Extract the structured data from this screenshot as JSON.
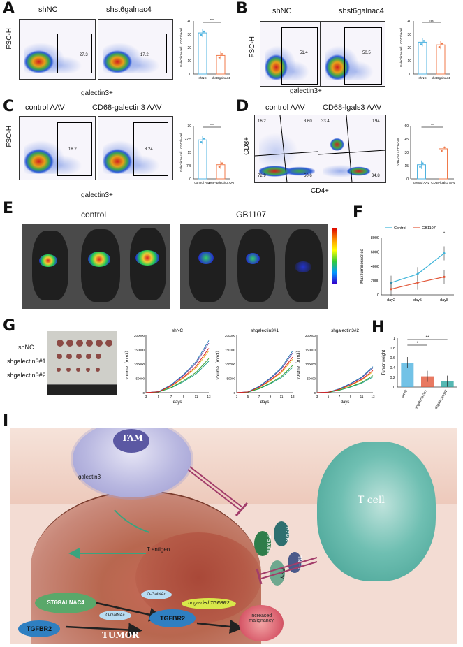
{
  "panel_letters": {
    "a": "A",
    "b": "B",
    "c": "C",
    "d": "D",
    "e": "E",
    "f": "F",
    "g": "G",
    "h": "H",
    "i": "I"
  },
  "panel_a": {
    "col1": "shNC",
    "col2": "shst6galnac4",
    "yaxis": "FSC-H",
    "xaxis": "galectin3+",
    "gate1": "27.3",
    "gate2": "17.2",
    "bar_ylabel": "Galectin3+ cell / CD11b+cell",
    "sig": "***"
  },
  "panel_b": {
    "col1": "shNC",
    "col2": "shst6galnac4",
    "yaxis": "FSC-H",
    "xaxis": "galectin3+",
    "gate1": "51.4",
    "gate2": "50.5",
    "bar_ylabel": "Galectin3+ cell / CD11b+cell",
    "sig": "ns"
  },
  "panel_c": {
    "col1": "control AAV",
    "col2": "CD68-galectin3 AAV",
    "yaxis": "FSC-H",
    "xaxis": "galectin3+",
    "gate1": "18.2",
    "gate2": "8.24",
    "bar_ylabel": "Galectin3+ cell / CD11b+cell",
    "sig": "***"
  },
  "panel_d": {
    "col1": "control AAV",
    "col2": "CD68-lgals3 AAV",
    "yaxis": "CD8+",
    "xaxis": "CD4+",
    "q1": [
      "16.2",
      "3.60",
      "72.9",
      "50.6"
    ],
    "q2": [
      "33.4",
      "0.94",
      "",
      ""
    ],
    "q2b": [
      "34.8"
    ],
    "bar_ylabel": "cd8+ cell / CD3+cell",
    "sig": "**"
  },
  "panel_e": {
    "left": "control",
    "right": "GB1107"
  },
  "panel_f": {
    "legend": [
      "Control",
      "GB1107"
    ],
    "ylabel": "Max luminescence",
    "sig": "*"
  },
  "panel_g": {
    "rows": [
      "shNC",
      "shgalectin3#1",
      "shgalectin3#2"
    ],
    "plots": [
      "shNC",
      "shgalectin3#1",
      "shgalectin3#2"
    ],
    "ylabel": "volume（mm3）",
    "xlabel": "days"
  },
  "panel_h": {
    "ylabel": "Tumor weight",
    "sig1": "*",
    "sig2": "**"
  },
  "panel_i": {
    "tam": "TAM",
    "galectin3": "galectin3",
    "t_antigen": "T antigen",
    "st6": "ST6GALNAC4",
    "ogalnac1": "O-GalNAc",
    "ogalnac2": "O-GalNAc",
    "tgfbr2a": "TGFBR2",
    "tgfbr2b": "TGFBR2",
    "upgraded": "upgraded TGFBR2",
    "malig": "increased malignancy",
    "tumor": "TUMOR",
    "tcell": "T cell",
    "perforin": "Perforin",
    "gzmb": "GZMB",
    "ifn": "IFN-γ",
    "tnf": "TNF-α"
  },
  "chart_data": [
    {
      "type": "bar",
      "panel": "A",
      "categories": [
        "shNC",
        "shst6galnac4"
      ],
      "values": [
        31,
        14
      ],
      "ylim": [
        0,
        40
      ],
      "colors": [
        "#4fb3e0",
        "#f07a4a"
      ]
    },
    {
      "type": "bar",
      "panel": "B",
      "categories": [
        "shNC",
        "shst6galnac4"
      ],
      "values": [
        24,
        22
      ],
      "ylim": [
        0,
        40
      ],
      "colors": [
        "#4fb3e0",
        "#f07a4a"
      ]
    },
    {
      "type": "bar",
      "panel": "C",
      "categories": [
        "control AAV",
        "CD68-galectin3 AAV"
      ],
      "values": [
        22,
        8
      ],
      "ylim": [
        0,
        30
      ],
      "colors": [
        "#4fb3e0",
        "#f07a4a"
      ]
    },
    {
      "type": "bar",
      "panel": "D",
      "categories": [
        "control AAV",
        "CD68-lgals3 AAV"
      ],
      "values": [
        16,
        34
      ],
      "ylim": [
        0,
        60
      ],
      "colors": [
        "#4fb3e0",
        "#f07a4a"
      ]
    },
    {
      "type": "line",
      "panel": "F",
      "categories": [
        "day2",
        "day5",
        "day8"
      ],
      "series": [
        {
          "name": "Control",
          "values": [
            1700,
            2900,
            5800
          ]
        },
        {
          "name": "GB1107",
          "values": [
            800,
            1700,
            2500
          ]
        }
      ],
      "ylim": [
        0,
        8000
      ],
      "yticks": [
        0,
        2000,
        4000,
        6000,
        8000
      ],
      "colors": [
        "#3bb3d9",
        "#e2583a"
      ]
    },
    {
      "type": "line",
      "panel": "G-shNC",
      "x": [
        3,
        5,
        7,
        9,
        11,
        13
      ],
      "ylim": [
        0,
        200000
      ],
      "yticks": [
        0,
        50000,
        100000,
        150000,
        200000
      ],
      "xticks": [
        3,
        5,
        7,
        9,
        11,
        13
      ]
    },
    {
      "type": "line",
      "panel": "G-shgalectin3#1",
      "x": [
        3,
        5,
        7,
        9,
        11,
        13
      ],
      "ylim": [
        0,
        200000
      ],
      "yticks": [
        0,
        50000,
        100000,
        150000,
        200000
      ],
      "xticks": [
        3,
        5,
        7,
        9,
        11,
        13
      ]
    },
    {
      "type": "line",
      "panel": "G-shgalectin3#2",
      "x": [
        3,
        5,
        7,
        9,
        11,
        13
      ],
      "ylim": [
        0,
        200000
      ],
      "yticks": [
        0,
        50000,
        100000,
        150000,
        200000
      ],
      "xticks": [
        3,
        5,
        7,
        9,
        11,
        13
      ]
    },
    {
      "type": "bar",
      "panel": "H",
      "categories": [
        "shNC",
        "shgalectin3#1",
        "shgalectin3#2"
      ],
      "values": [
        0.5,
        0.22,
        0.12
      ],
      "ylim": [
        0,
        1.0
      ],
      "yticks": [
        0,
        0.2,
        0.4,
        0.6,
        0.8,
        1.0
      ],
      "colors": [
        "#4fb3e0",
        "#e2583a",
        "#2aa6a0"
      ]
    }
  ]
}
